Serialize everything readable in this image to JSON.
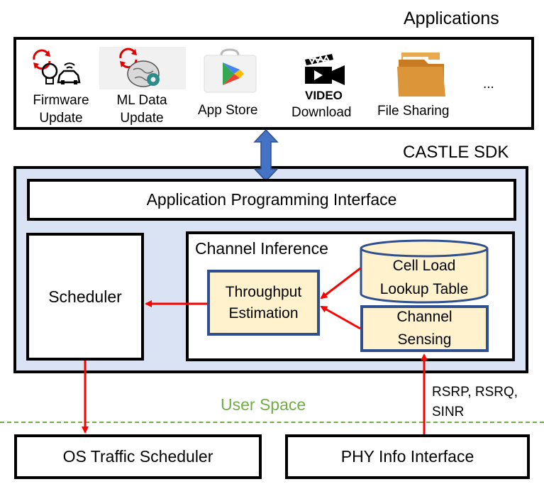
{
  "header": {
    "applications_title": "Applications",
    "castle_sdk_title": "CASTLE SDK"
  },
  "apps": {
    "firmware": {
      "line1": "Firmware",
      "line2": "Update",
      "icon": "firmware-update-icon"
    },
    "ml": {
      "line1": "ML Data",
      "line2": "Update",
      "icon": "ml-data-update-icon"
    },
    "appstore": {
      "label": "App Store",
      "icon": "app-store-icon"
    },
    "video": {
      "label": "Download",
      "badge": "VIDEO",
      "icon": "video-download-icon"
    },
    "filesharing": {
      "label": "File Sharing",
      "icon": "folder-icon"
    },
    "more": "..."
  },
  "sdk": {
    "api": "Application Programming Interface",
    "scheduler": "Scheduler",
    "channel_inference": "Channel Inference",
    "throughput_line1": "Throughput",
    "throughput_line2": "Estimation",
    "cell_load_line1": "Cell Load",
    "cell_load_line2": "Lookup Table",
    "channel_sensing_line1": "Channel",
    "channel_sensing_line2": "Sensing"
  },
  "bottom": {
    "user_space": "User Space",
    "os_traffic": "OS Traffic Scheduler",
    "phy_info": "PHY Info Interface",
    "signals_line1": "RSRP, RSRQ,",
    "signals_line2": "SINR"
  },
  "colors": {
    "sdk_fill": "#dae3f3",
    "yellow_fill": "#fff2cc",
    "blue_border": "#2f4f8f",
    "arrow_red": "#ff0000",
    "user_space_green": "#70ad47",
    "double_arrow_blue": "#4472c4"
  }
}
